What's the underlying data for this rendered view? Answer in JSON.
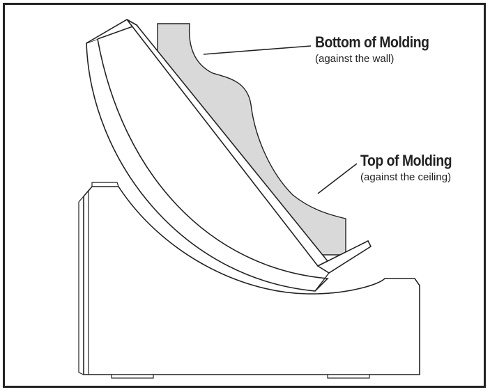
{
  "labels": {
    "bottom": {
      "title": "Bottom of Molding",
      "subtitle": "(against the wall)"
    },
    "top": {
      "title": "Top of Molding",
      "subtitle": "(against the ceiling)"
    }
  },
  "colors": {
    "line": "#222222",
    "molding": "#d9d9d9",
    "background": "#ffffff"
  }
}
